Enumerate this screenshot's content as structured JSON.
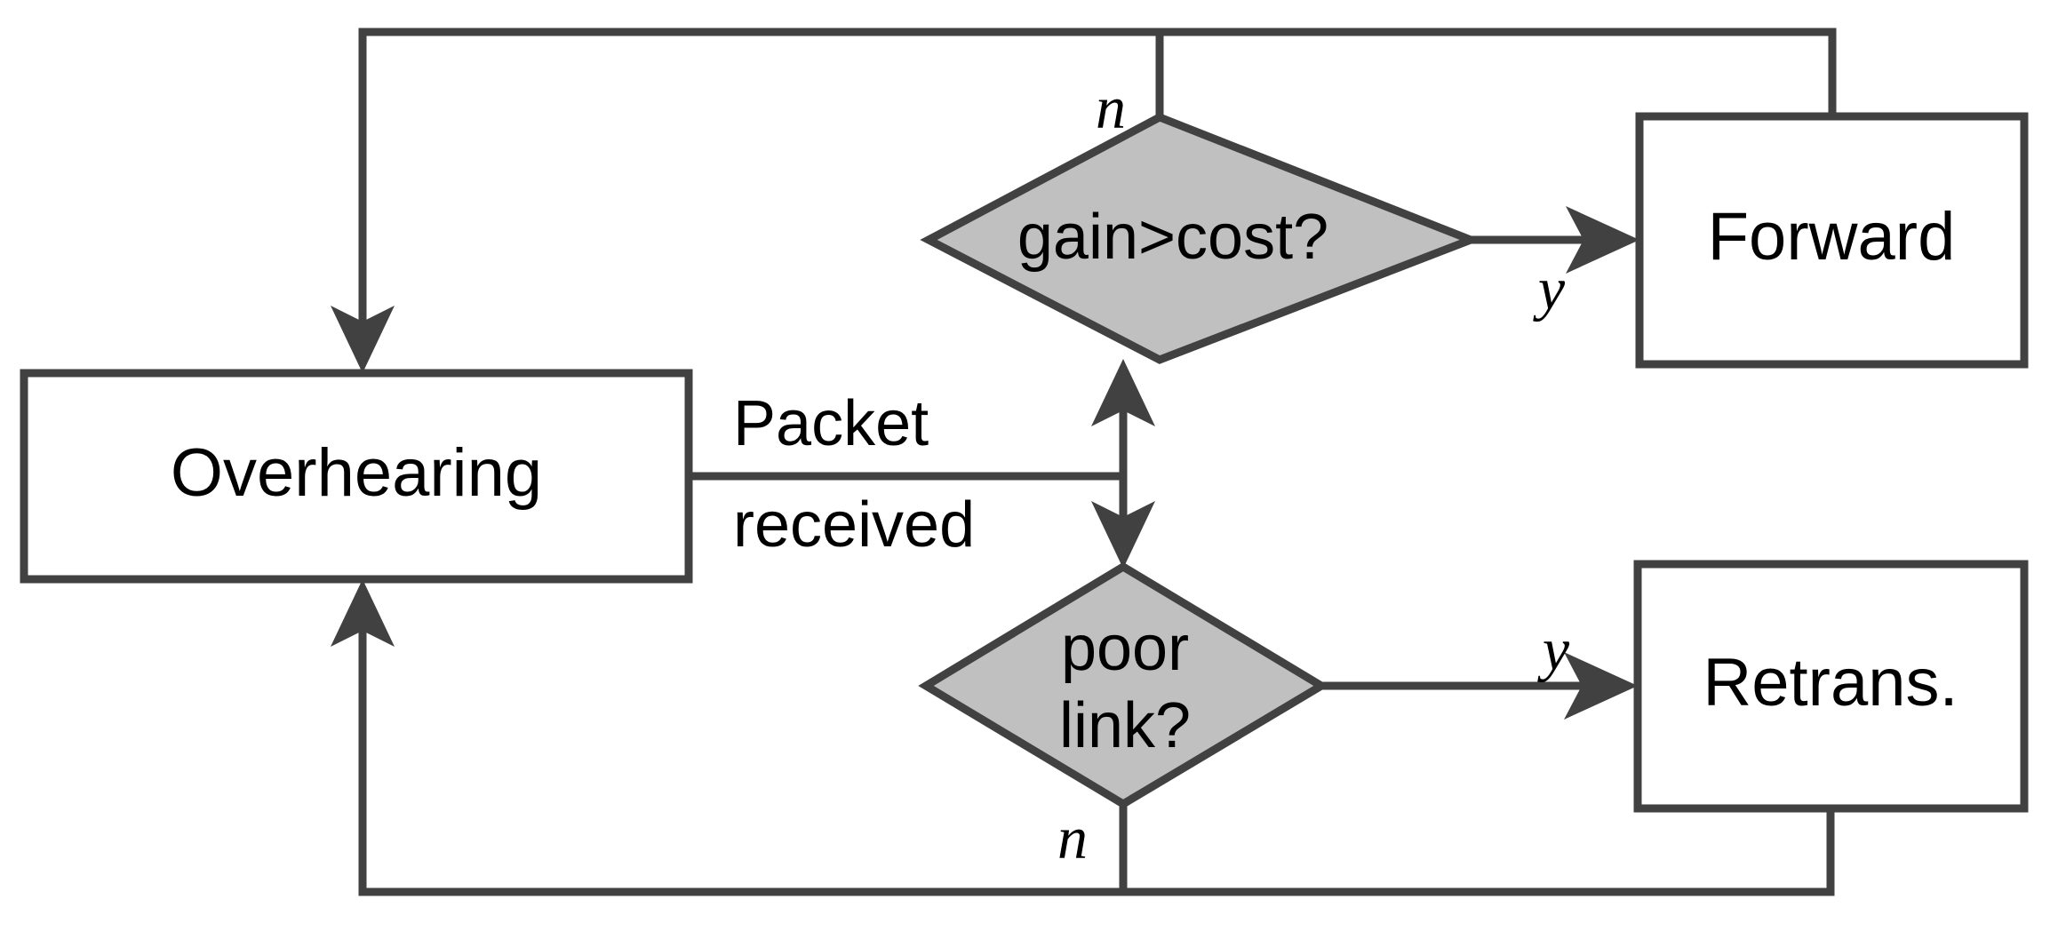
{
  "diagram": {
    "title": "Overhearing packet decision flowchart",
    "colors": {
      "stroke": "#414141",
      "diamond_fill": "#c0c0c0",
      "box_fill": "#ffffff",
      "text": "#000000",
      "background": "#ffffff"
    },
    "nodes": [
      {
        "id": "overhearing",
        "type": "process-box",
        "label": "Overhearing"
      },
      {
        "id": "gain-cost",
        "type": "decision-diamond",
        "label": "gain>cost?"
      },
      {
        "id": "forward",
        "type": "process-box",
        "label": "Forward"
      },
      {
        "id": "poor-link",
        "type": "decision-diamond",
        "label_line1": "poor",
        "label_line2": "link?"
      },
      {
        "id": "retrans",
        "type": "process-box",
        "label": "Retrans."
      }
    ],
    "edge_labels": {
      "packet_received_line1": "Packet",
      "packet_received_line2": "received",
      "gain_cost_no": "n",
      "gain_cost_yes": "y",
      "poor_link_yes": "y",
      "poor_link_no": "n"
    }
  }
}
